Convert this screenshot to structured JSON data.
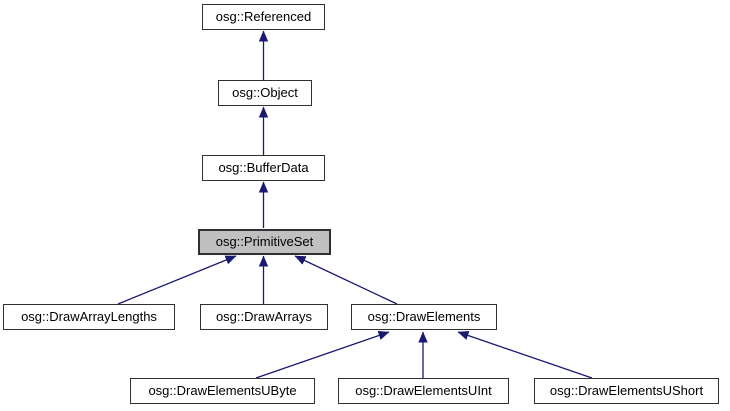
{
  "diagram_type": "class-inheritance-graph",
  "colors": {
    "edge": "#191970",
    "node_border": "#303030",
    "node_fill": "#ffffff",
    "highlight_fill": "#c0c0c0",
    "text": "#000000",
    "background": "#ffffff"
  },
  "nodes": [
    {
      "id": "referenced",
      "label": "osg::Referenced",
      "highlighted": false
    },
    {
      "id": "object",
      "label": "osg::Object",
      "highlighted": false
    },
    {
      "id": "bufferdata",
      "label": "osg::BufferData",
      "highlighted": false
    },
    {
      "id": "primitiveset",
      "label": "osg::PrimitiveSet",
      "highlighted": true
    },
    {
      "id": "drawarraylengths",
      "label": "osg::DrawArrayLengths",
      "highlighted": false
    },
    {
      "id": "drawarrays",
      "label": "osg::DrawArrays",
      "highlighted": false
    },
    {
      "id": "drawelements",
      "label": "osg::DrawElements",
      "highlighted": false
    },
    {
      "id": "drawelementsubyte",
      "label": "osg::DrawElementsUByte",
      "highlighted": false
    },
    {
      "id": "drawelementsuint",
      "label": "osg::DrawElementsUInt",
      "highlighted": false
    },
    {
      "id": "drawelementsushort",
      "label": "osg::DrawElementsUShort",
      "highlighted": false
    }
  ],
  "edges": [
    {
      "child": "osg::Object",
      "parent": "osg::Referenced"
    },
    {
      "child": "osg::BufferData",
      "parent": "osg::Object"
    },
    {
      "child": "osg::PrimitiveSet",
      "parent": "osg::BufferData"
    },
    {
      "child": "osg::DrawArrayLengths",
      "parent": "osg::PrimitiveSet"
    },
    {
      "child": "osg::DrawArrays",
      "parent": "osg::PrimitiveSet"
    },
    {
      "child": "osg::DrawElements",
      "parent": "osg::PrimitiveSet"
    },
    {
      "child": "osg::DrawElementsUByte",
      "parent": "osg::DrawElements"
    },
    {
      "child": "osg::DrawElementsUInt",
      "parent": "osg::DrawElements"
    },
    {
      "child": "osg::DrawElementsUShort",
      "parent": "osg::DrawElements"
    }
  ]
}
